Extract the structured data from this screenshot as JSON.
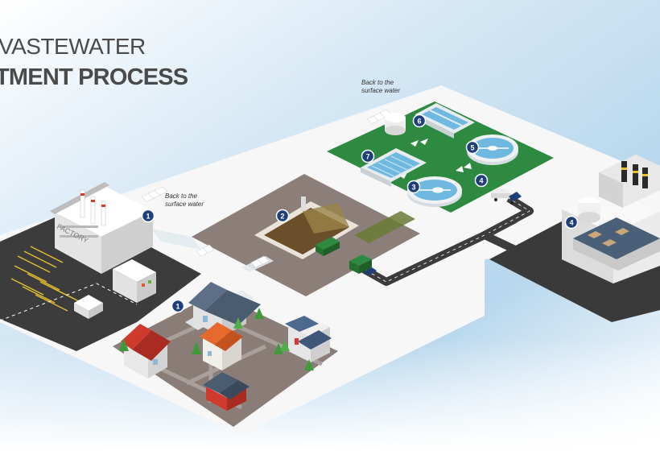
{
  "title": {
    "line1": "VASTEWATER",
    "line2": "TMENT PROCESS"
  },
  "notes": {
    "factory_return": [
      "Back to the",
      "surface water"
    ],
    "plant_return": [
      "Back to the",
      "surface water"
    ]
  },
  "labels": {
    "factory_sign": "FACTORY"
  },
  "steps": {
    "factory_discharge": "1",
    "house_discharge": "1",
    "screening": "2",
    "aeration": "3",
    "sludge_transport": "4",
    "power_station": "4",
    "clarifier": "5",
    "sand_filter": "6",
    "final_filter": "7"
  },
  "colors": {
    "sky": "#bcd9ee",
    "ground": "#f6f6f6",
    "gray_lot": "#8c7f79",
    "green_plant": "#2f8a41",
    "asphalt": "#3c3c3c",
    "water_basin": "#6fb8df",
    "sludge": "#6b4f2b",
    "marker": "#1f3f7a",
    "house_red": "#cf3a2c",
    "house_blue": "#4d6a8e"
  },
  "icons": [
    "arrow-chevron-icon",
    "step-marker-icon",
    "tree-icon",
    "chimney-icon",
    "truck-icon",
    "dumpster-icon"
  ]
}
